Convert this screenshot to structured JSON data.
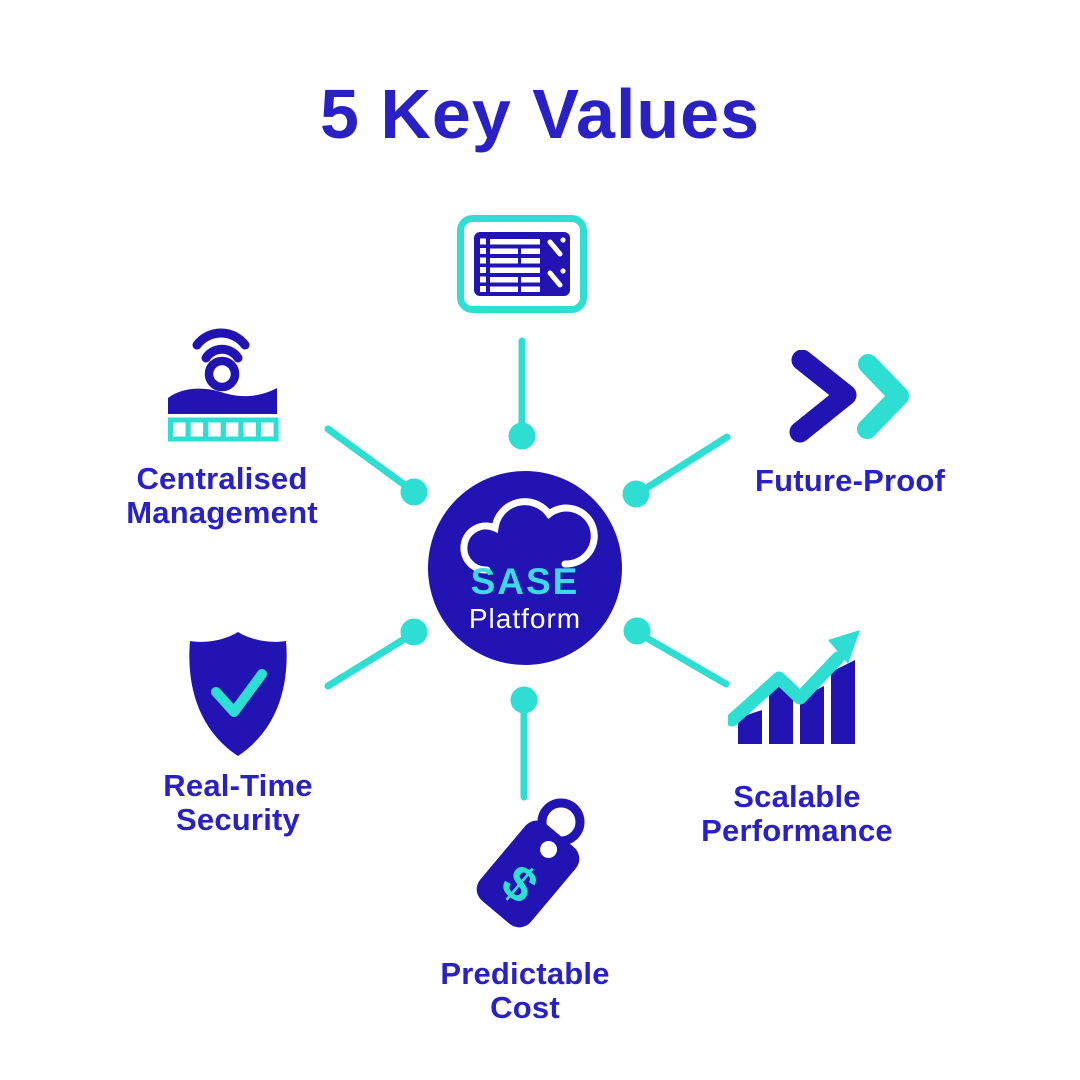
{
  "title": "5 Key Values",
  "hub": {
    "icon": "cloud-icon",
    "line1": "SASE",
    "line2": "Platform"
  },
  "nodes": {
    "top": {
      "icon": "report-checklist-icon",
      "label_lines": []
    },
    "upper_left": {
      "icon": "centralised-management-icon",
      "label_lines": [
        "Centralised",
        "Management"
      ]
    },
    "upper_right": {
      "icon": "future-proof-chevrons-icon",
      "label_lines": [
        "Future-Proof"
      ]
    },
    "lower_left": {
      "icon": "realtime-security-shield-icon",
      "label_lines": [
        "Real-Time",
        "Security"
      ]
    },
    "lower_right": {
      "icon": "scalable-performance-chart-icon",
      "label_lines": [
        "Scalable",
        "Performance"
      ]
    },
    "bottom": {
      "icon": "predictable-cost-price-tag-icon",
      "label_lines": [
        "Predictable",
        "Cost"
      ]
    }
  },
  "colors": {
    "brand_blue": "#2114B2",
    "text_blue": "#2A21C4",
    "teal": "#2EDED2",
    "cyan": "#40D8E8",
    "bg": "#FFFFFF"
  }
}
